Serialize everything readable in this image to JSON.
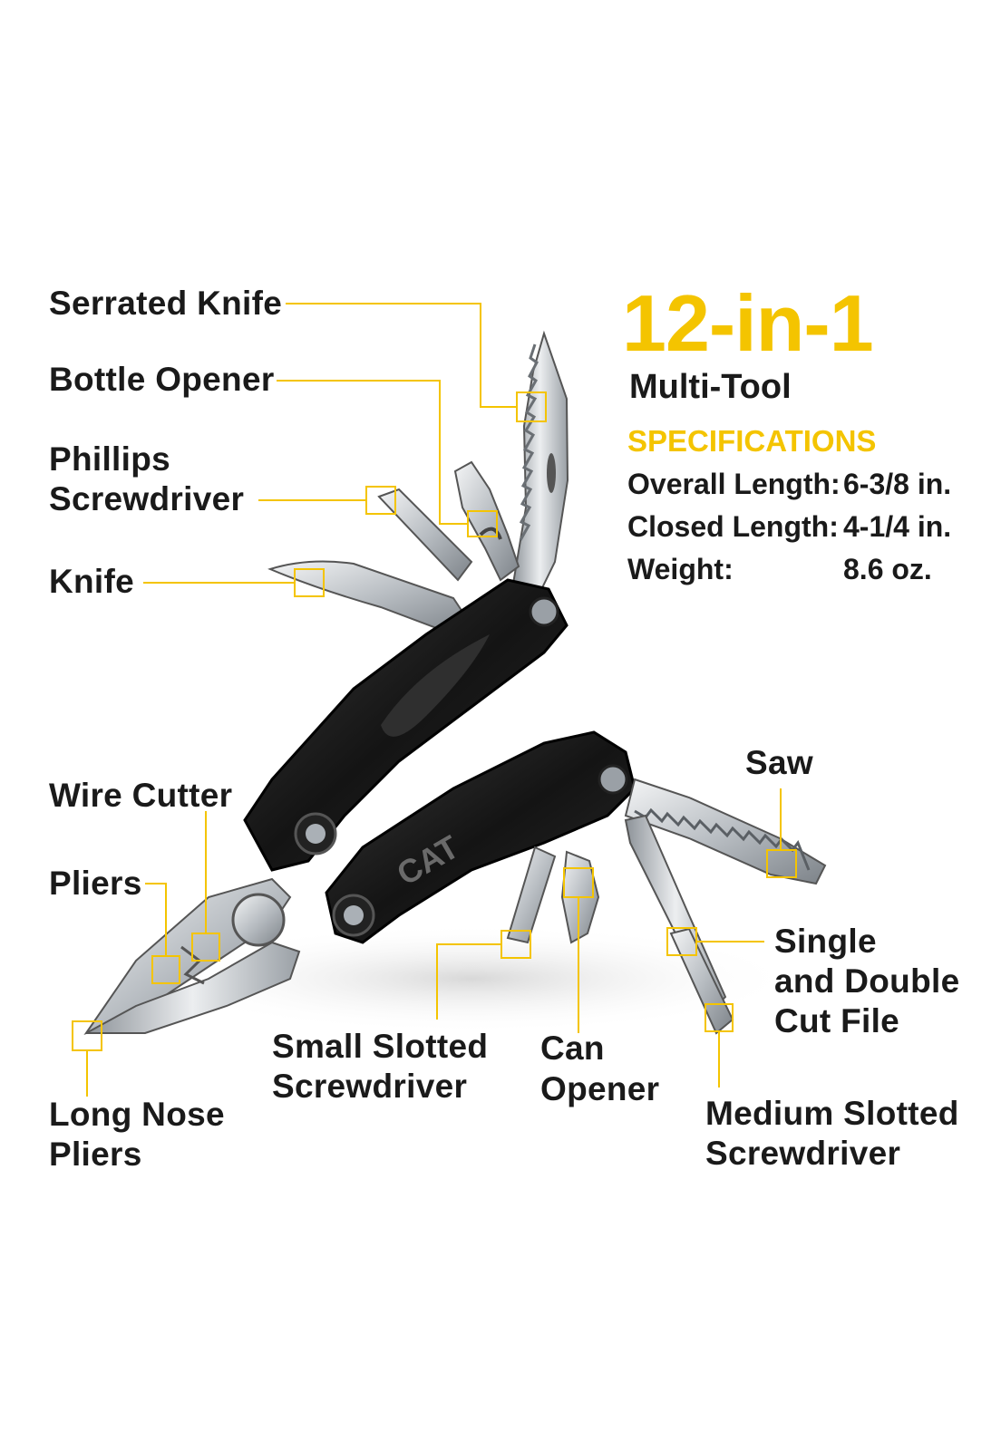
{
  "headline": {
    "count": "12-in-1",
    "product": "Multi-Tool"
  },
  "specifications": {
    "title": "SPECIFICATIONS",
    "rows": [
      {
        "name": "Overall Length:",
        "value": "6-3/8 in."
      },
      {
        "name": "Closed Length:",
        "value": "4-1/4 in."
      },
      {
        "name": "Weight:",
        "value": "8.6 oz."
      }
    ]
  },
  "callouts": {
    "serrated_knife": "Serrated Knife",
    "bottle_opener": "Bottle Opener",
    "phillips_1": "Phillips",
    "phillips_2": "Screwdriver",
    "knife": "Knife",
    "wire_cutter": "Wire Cutter",
    "pliers": "Pliers",
    "long_nose_1": "Long Nose",
    "long_nose_2": "Pliers",
    "small_slotted_1": "Small Slotted",
    "small_slotted_2": "Screwdriver",
    "can_opener_1": "Can",
    "can_opener_2": "Opener",
    "saw": "Saw",
    "file_1": "Single",
    "file_2": "and Double",
    "file_3": "Cut File",
    "medium_slotted_1": "Medium Slotted",
    "medium_slotted_2": "Screwdriver"
  },
  "logo": {
    "text": "CAT"
  },
  "colors": {
    "accent": "#f4c400",
    "text": "#1a1a1a",
    "handle": "#1c1c1c",
    "steel": "#c9cdd1"
  }
}
